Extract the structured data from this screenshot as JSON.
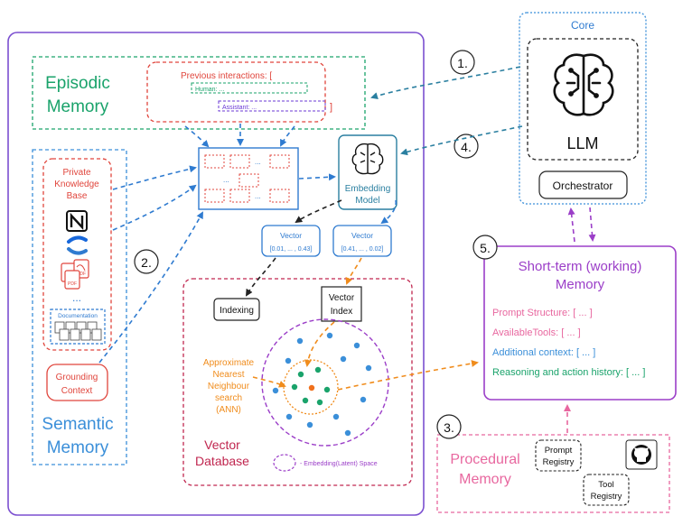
{
  "colors": {
    "episodic": "#1aa36b",
    "semantic": "#3b8fd9",
    "private_kb": "#e0453c",
    "core": "#3b8fd9",
    "short_term": "#9b3ec8",
    "procedural": "#e8679f",
    "vector_db": "#c0264f",
    "ann": "#f08c1c",
    "teal_arrow": "#2a7fa0",
    "blue_arrow": "#2f7bd0",
    "violet": "#9b3ec8",
    "prev_red": "#e0453c",
    "assistant": "#6b3ad6",
    "dots_blue": "#3b8fd9",
    "dots_green": "#1aa36b",
    "dot_orange": "#f0701c"
  },
  "episodic": {
    "title_line1": "Episodic",
    "title_line2": "Memory",
    "prev_interactions": "Previous interactions: [",
    "human": "Human: ...",
    "assistant": "Assistant: ...",
    "closing_bracket": "]"
  },
  "semantic": {
    "title_line1": "Semantic",
    "title_line2": "Memory",
    "private_kb_line1": "Private",
    "private_kb_line2": "Knowledge",
    "private_kb_line3": "Base",
    "ellipsis": "...",
    "documentation": "Documentation",
    "grounding_line1": "Grounding",
    "grounding_line2": "Context",
    "pdf": "PDF"
  },
  "steps": {
    "one": "1.",
    "two": "2.",
    "three": "3.",
    "four": "4.",
    "five": "5."
  },
  "core": {
    "title": "Core",
    "llm": "LLM",
    "orchestrator": "Orchestrator"
  },
  "embedding": {
    "line1": "Embedding",
    "line2": "Model"
  },
  "vectors": {
    "label": "Vector",
    "left_value": "[0.01, ... , 0.43]",
    "right_value": "[0.41, ... , 0.02]"
  },
  "vector_db": {
    "indexing": "Indexing",
    "vector_index_line1": "Vector",
    "vector_index_line2": "Index",
    "ann_line1": "Approximate",
    "ann_line2": "Nearest",
    "ann_line3": "Neighbour",
    "ann_line4": "search",
    "ann_line5": "(ANN)",
    "title_line1": "Vector",
    "title_line2": "Database",
    "legend": "- Embedding(Latent) Space"
  },
  "short_term": {
    "title_line1": "Short-term (working)",
    "title_line2": "Memory",
    "prompt_structure": "Prompt Structure: [ ... ]",
    "available_tools": "AvailableTools: [ ... ]",
    "additional_context": "Additional context: [ ... ]",
    "reasoning": "Reasoning and action history: [ ... ]"
  },
  "procedural": {
    "title_line1": "Procedural",
    "title_line2": "Memory",
    "prompt_registry_line1": "Prompt",
    "prompt_registry_line2": "Registry",
    "tool_registry_line1": "Tool",
    "tool_registry_line2": "Registry"
  },
  "context_box": {
    "ellipsis": "..."
  }
}
